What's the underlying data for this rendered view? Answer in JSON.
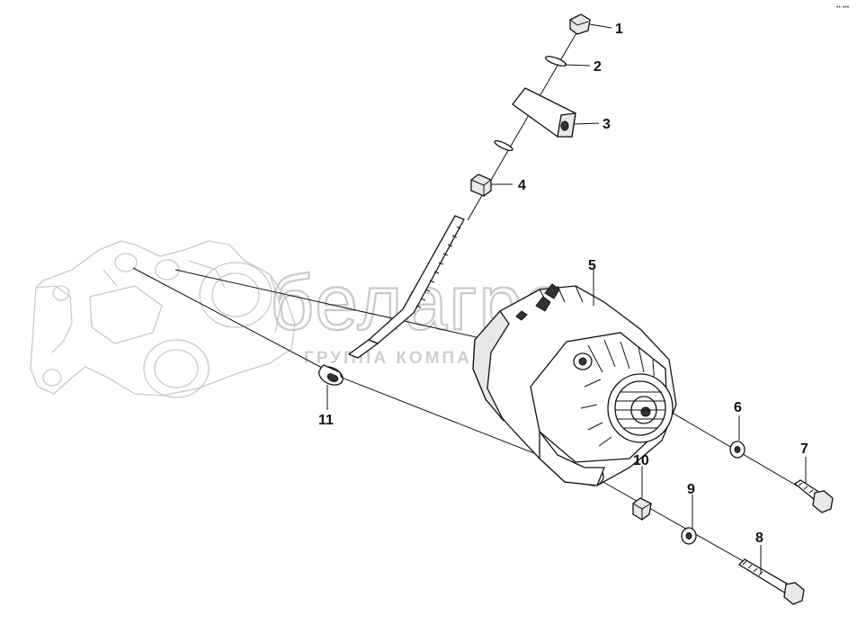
{
  "corner_mark": "•• •••",
  "watermark": {
    "brand": "белагро",
    "tagline": "ГРУППА КОМПАНИЙ"
  },
  "callouts": [
    {
      "id": "1",
      "label": "1"
    },
    {
      "id": "2",
      "label": "2"
    },
    {
      "id": "3",
      "label": "3"
    },
    {
      "id": "4",
      "label": "4"
    },
    {
      "id": "5",
      "label": "5"
    },
    {
      "id": "6",
      "label": "6"
    },
    {
      "id": "7",
      "label": "7"
    },
    {
      "id": "8",
      "label": "8"
    },
    {
      "id": "9",
      "label": "9"
    },
    {
      "id": "10",
      "label": "10"
    },
    {
      "id": "11",
      "label": "11"
    }
  ]
}
